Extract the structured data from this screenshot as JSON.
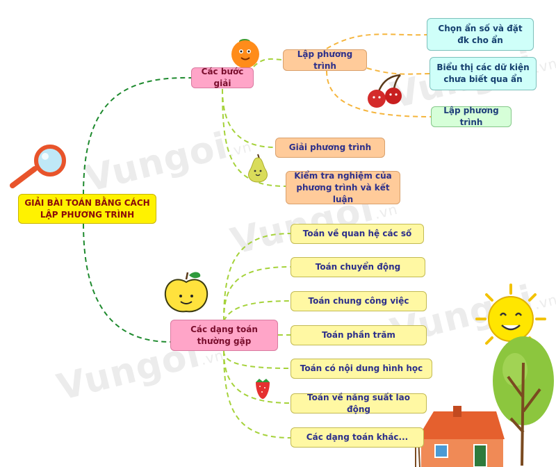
{
  "root": {
    "label": "GIẢI BÀI TOÁN BẰNG CÁCH LẬP PHƯƠNG TRÌNH"
  },
  "steps": {
    "label": "Các bước giải",
    "items": [
      {
        "label": "Lập phương trình",
        "children": [
          "Chọn ẩn số và đặt đk cho ẩn",
          "Biểu thị các dữ kiện chưa biết qua ẩn",
          "Lập phương trình"
        ]
      },
      {
        "label": "Giải phương trình"
      },
      {
        "label": "Kiểm tra nghiệm của phương trình và kết luận"
      }
    ]
  },
  "types": {
    "label": "Các dạng toán thường gặp",
    "items": [
      "Toán về quan hệ các số",
      "Toán chuyển động",
      "Toán chung công việc",
      "Toán phần trăm",
      "Toán có nội dung hình học",
      "Toán về năng suất lao động",
      "Các dạng toán khác..."
    ]
  },
  "watermark": {
    "brand": "Vungoi",
    "suffix": ".vn"
  },
  "colors": {
    "root_fill": "#fff200",
    "branch_pink": "#ffa5c8",
    "step_peach": "#ffcb9a",
    "sub_cyan": "#cffff9",
    "sub_green": "#d6ffd8",
    "type_yellow": "#fff8a3",
    "link_dark_green": "#1e8a2e",
    "link_lime": "#a5d23a",
    "link_orange": "#f5b53d"
  },
  "icons": [
    "magnifier-icon",
    "orange-icon",
    "cherries-icon",
    "pear-icon",
    "apple-icon",
    "strawberry-icon",
    "sun-icon",
    "tree-icon",
    "house-icon"
  ]
}
